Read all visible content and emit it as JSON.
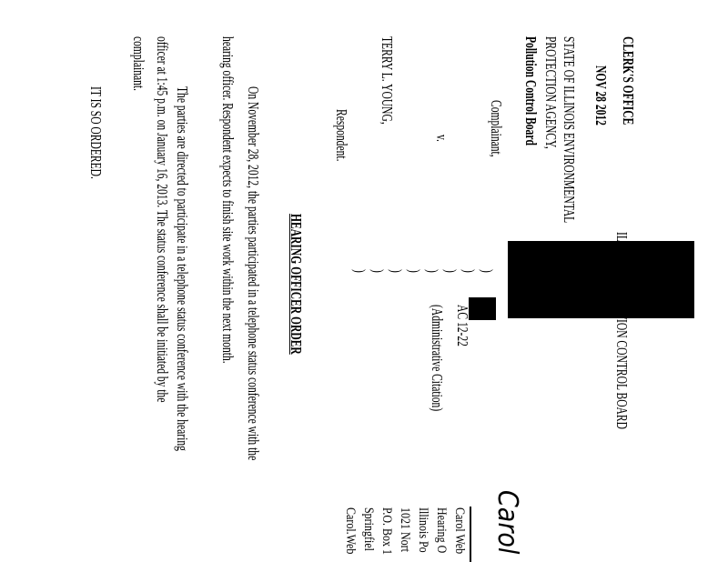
{
  "stamp": {
    "office": "CLERK'S OFFICE",
    "date": "NOV 28 2012",
    "board": "Pollution Control Board"
  },
  "header": {
    "board_title": "ILLINOIS POLLUTION CONTROL BOARD"
  },
  "caption": {
    "complainant_line1": "STATE OF ILLINOIS ENVIRONMENTAL",
    "complainant_line2": "PROTECTION AGENCY,",
    "complainant_label": "Complainant,",
    "versus": "v.",
    "respondent_name": "TERRY L. YOUNG,",
    "respondent_label": "Respondent.",
    "case_number": "AC 12-22",
    "case_type": "(Administrative Citation)"
  },
  "order": {
    "title": "HEARING OFFICER ORDER",
    "lines": [
      "On November 28, 2012, the parties participated in a telephone status conference with the",
      "hearing officer.  Respondent expects to finish site work within the next month.",
      "The parties are directed to participate in a telephone status conference with the hearing",
      "officer at 1:45 p.m. on January 16, 2013.  The status conference shall be initiated by the",
      "complainant."
    ],
    "closing": "IT IS SO ORDERED."
  },
  "signature": {
    "handwritten": "Carol",
    "lines": [
      "Carol Web",
      "Hearing O",
      "Illinois Po",
      "1021 Nort",
      "P.O. Box 1",
      "Springfiel",
      "Carol.Web"
    ]
  }
}
